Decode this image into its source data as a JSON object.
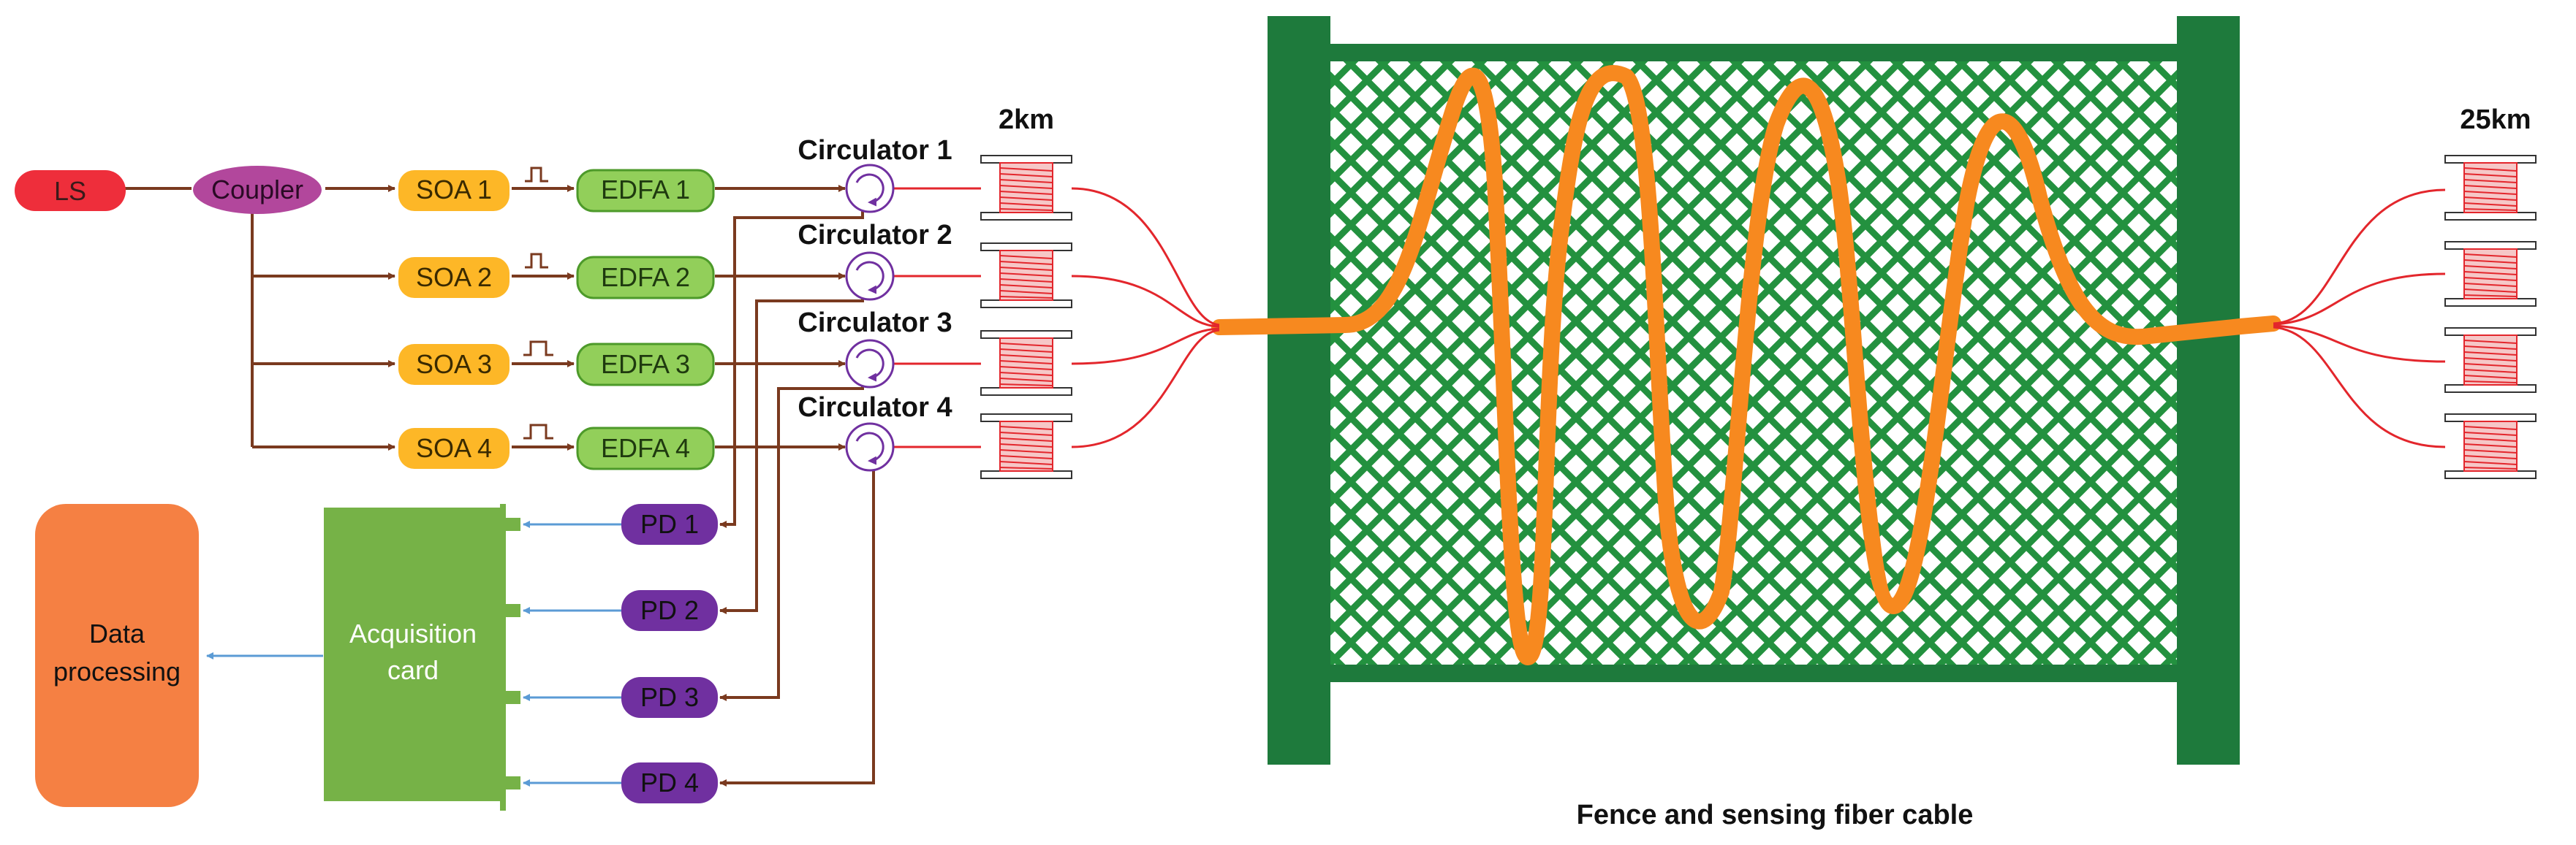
{
  "labels": {
    "ls": "LS",
    "coupler": "Coupler",
    "soa": [
      "SOA 1",
      "SOA 2",
      "SOA 3",
      "SOA 4"
    ],
    "edfa": [
      "EDFA 1",
      "EDFA 2",
      "EDFA 3",
      "EDFA 4"
    ],
    "circulator": [
      "Circulator 1",
      "Circulator 2",
      "Circulator 3",
      "Circulator 4"
    ],
    "pd": [
      "PD 1",
      "PD 2",
      "PD 3",
      "PD 4"
    ],
    "acquisition_line1": "Acquisition",
    "acquisition_line2": "card",
    "processing_line1": "Data",
    "processing_line2": "processing",
    "spool_left": "2km",
    "spool_right": "25km",
    "fence_caption": "Fence and sensing fiber cable"
  },
  "colors": {
    "ls": "#ee2e3b",
    "coupler": "#b2479c",
    "soa": "#fdb727",
    "edfa": "#92cf5a",
    "pd": "#7030a0",
    "acquisition": "#76b247",
    "processing": "#f58043",
    "fence_post": "#1e7a3c",
    "mesh": "#23913f",
    "cable": "#f7891f",
    "fiber": "#e3262c",
    "optical_line": "#7a3a1f",
    "electrical_line": "#5b9bd5",
    "circulator": "#7030a0"
  }
}
